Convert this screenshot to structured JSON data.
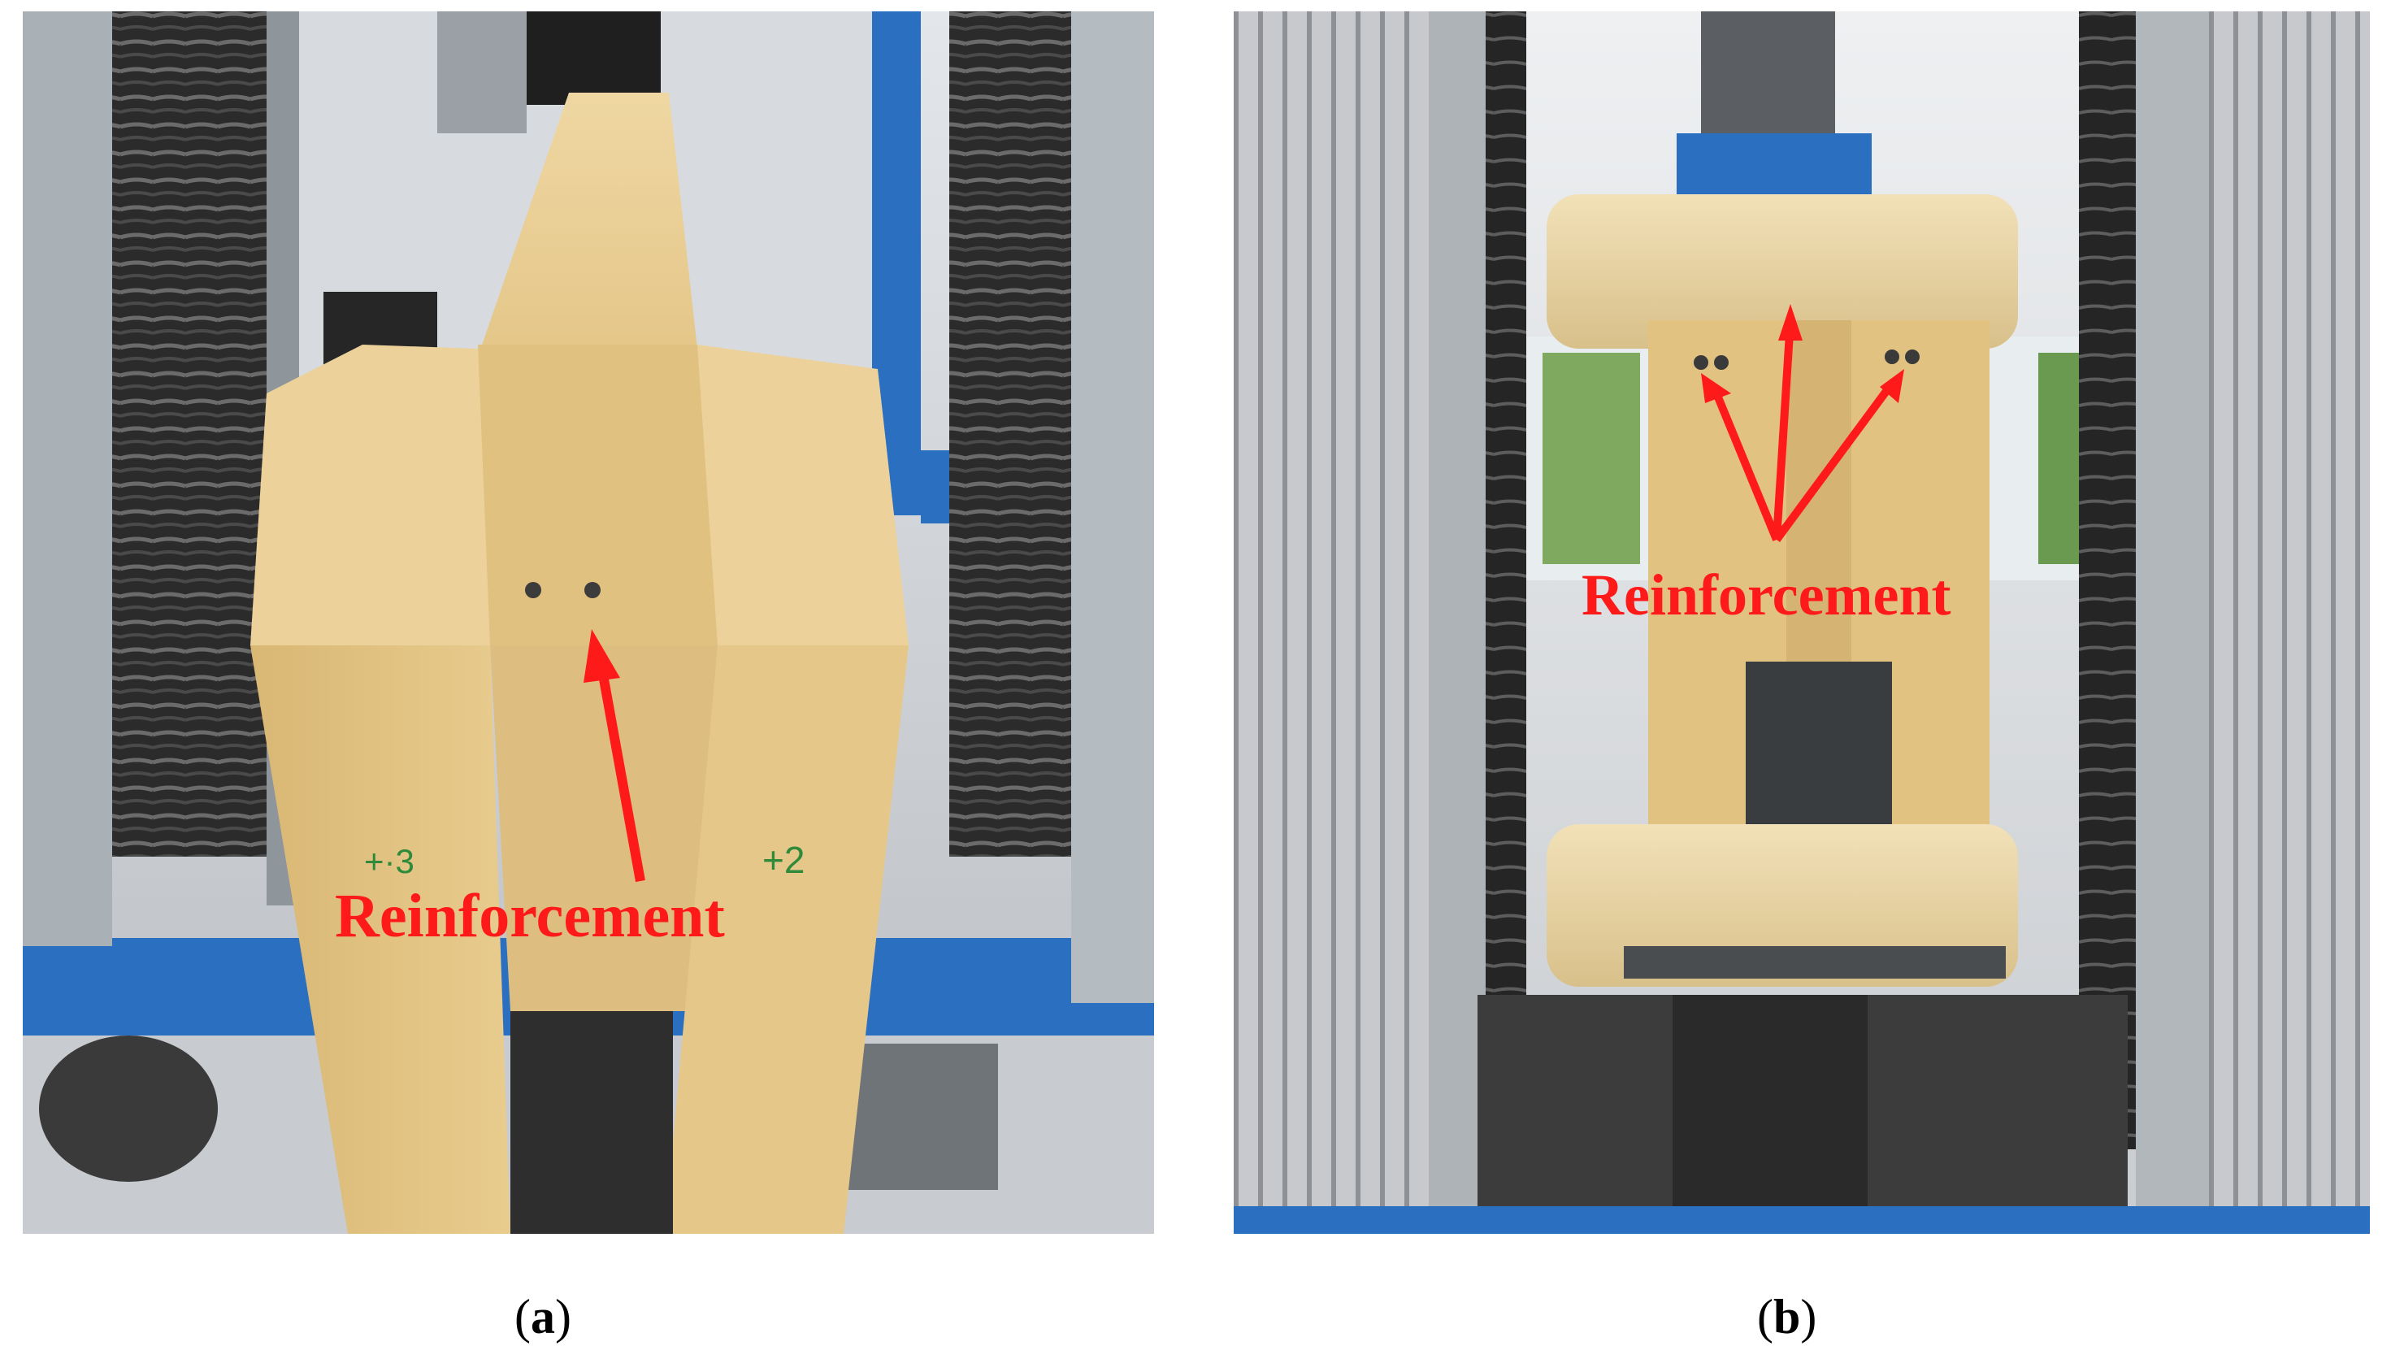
{
  "panels": [
    {
      "caption_letter": "a",
      "annotation": "Reinforcement",
      "marks": [
        "+·3",
        "+2"
      ]
    },
    {
      "caption_letter": "b",
      "annotation": "Reinforcement"
    }
  ],
  "colors": {
    "annotation": "#ff1a1a",
    "machine_blue": "#2a6fc0",
    "timber": "#e6c98a",
    "steel": "#9aa2a8",
    "background": "#ffffff"
  }
}
